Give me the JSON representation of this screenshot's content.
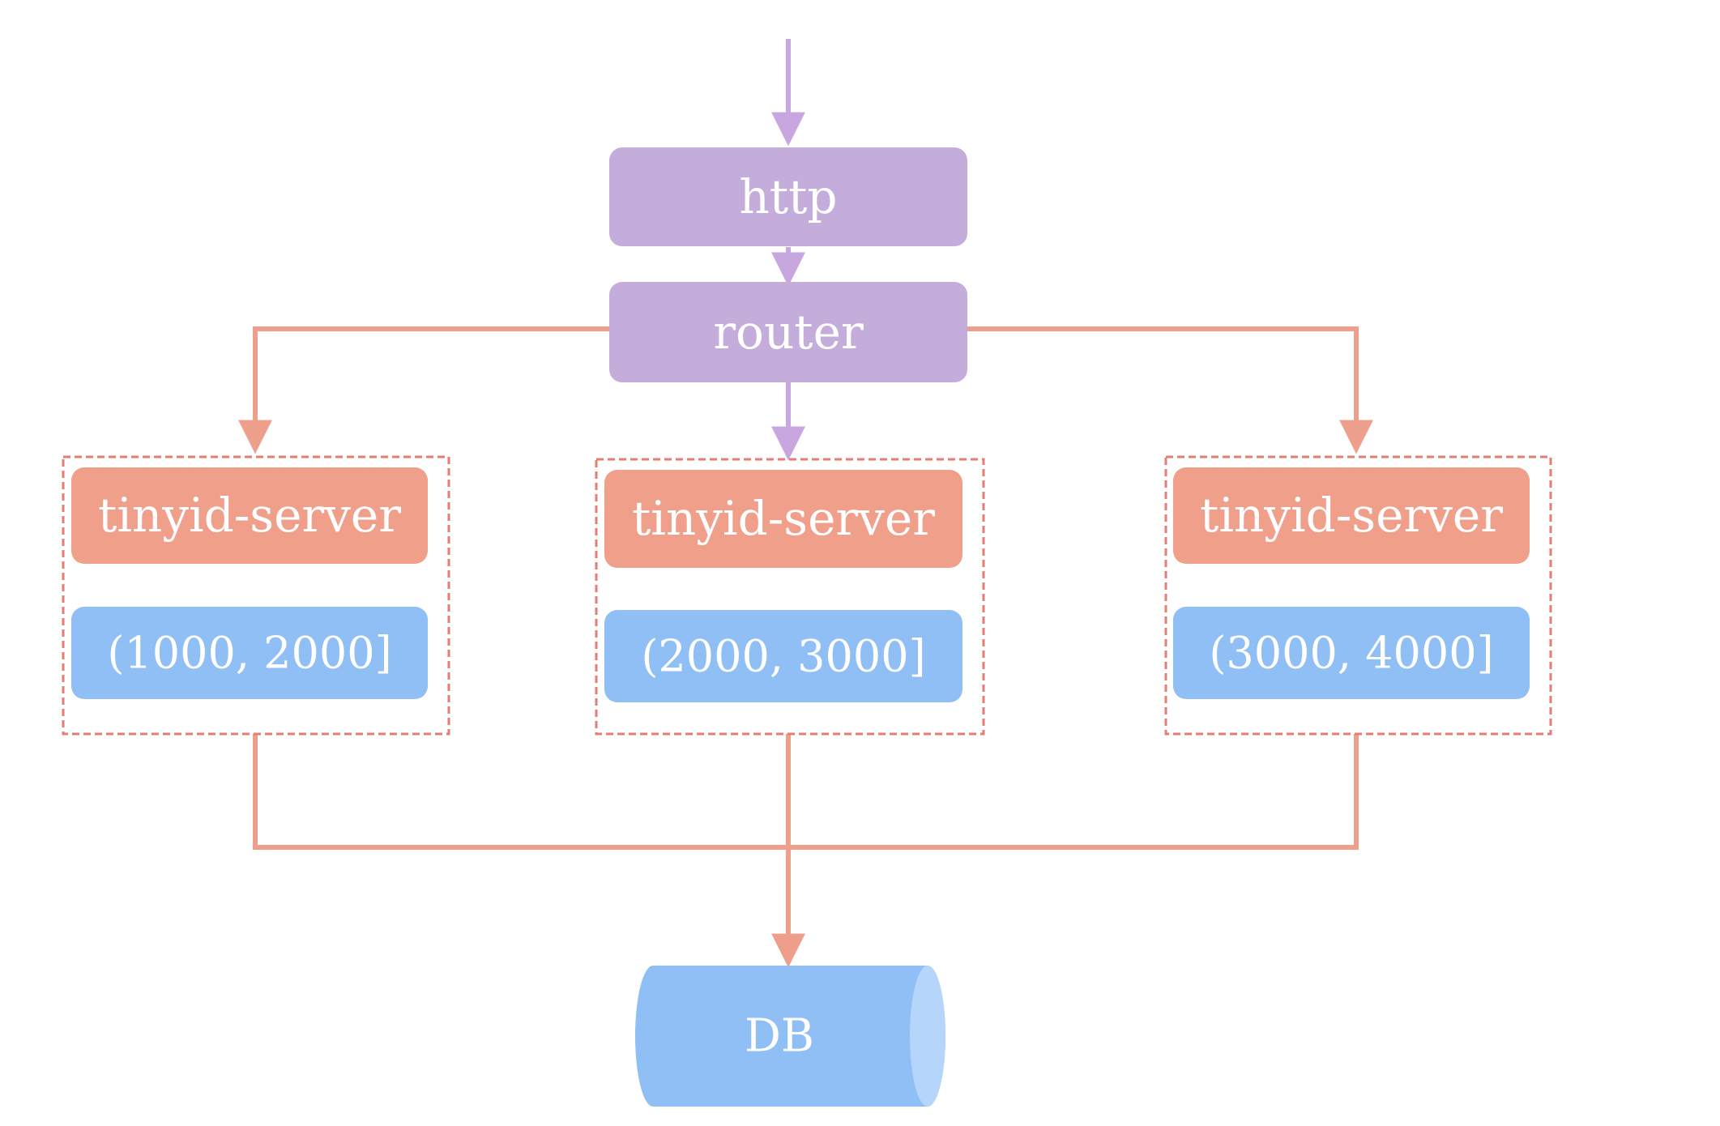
{
  "nodes": {
    "http": "http",
    "router": "router",
    "servers": [
      {
        "label": "tinyid-server",
        "range": "(1000, 2000]"
      },
      {
        "label": "tinyid-server",
        "range": "(2000, 3000]"
      },
      {
        "label": "tinyid-server",
        "range": "(3000, 4000]"
      }
    ],
    "db": "DB"
  },
  "colors": {
    "purple_box": "#c5addb",
    "purple_line": "#c8a6df",
    "salmon_box": "#f09f8a",
    "salmon_line": "#ee9f8c",
    "blue_box": "#90bff5",
    "blue_db_end": "#b6d5fa",
    "dashed_border": "#e47d73"
  }
}
